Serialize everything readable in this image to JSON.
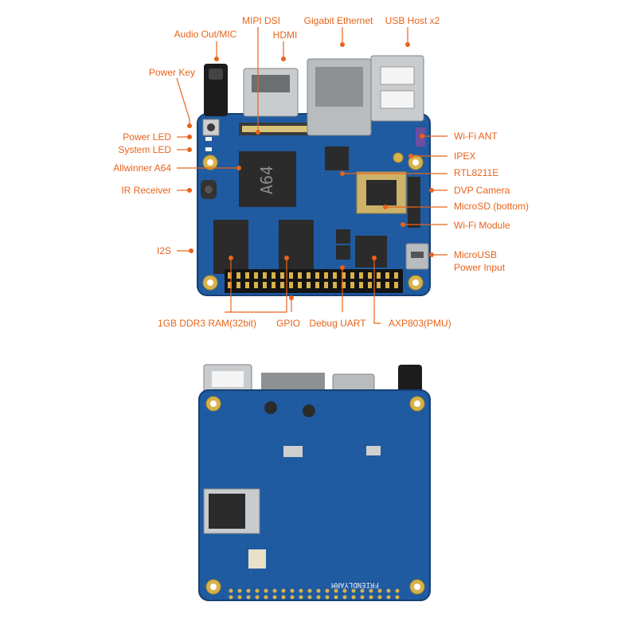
{
  "colors": {
    "accent": "#e8631a",
    "pcb": "#1f5aa0",
    "pcb_dark": "#17467e",
    "chip": "#2b2b2b",
    "gold": "#d8b24a",
    "silver": "#b9bcbf"
  },
  "labels": {
    "mipi_dsi": "MIPI DSI",
    "gigabit_ethernet": "Gigabit Ethernet",
    "usb_host": "USB Host x2",
    "audio": "Audio Out/MIC",
    "hdmi": "HDMI",
    "power_key": "Power Key",
    "power_led": "Power LED",
    "system_led": "System LED",
    "allwinner": "Allwinner A64",
    "ir_receiver": "IR Receiver",
    "i2s": "I2S",
    "wifi_ant": "Wi-Fi ANT",
    "ipex": "IPEX",
    "rtl": "RTL8211E",
    "dvp_camera": "DVP Camera",
    "microsd": "MicroSD (bottom)",
    "wifi_module": "Wi-Fi Module",
    "microusb_1": "MicroUSB",
    "microusb_2": "Power Input",
    "ram": "1GB DDR3 RAM(32bit)",
    "gpio": "GPIO",
    "debug_uart": "Debug UART",
    "axp": "AXP803(PMU)"
  },
  "board_markings": {
    "soc": "A64",
    "brand": "FRIENDLYARM"
  }
}
